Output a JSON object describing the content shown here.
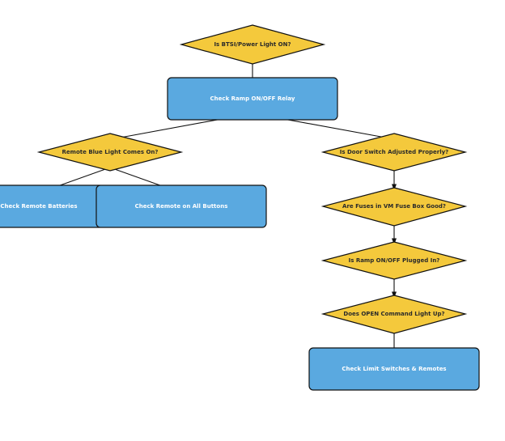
{
  "colors": {
    "decision_fill": "#f4c93c",
    "process_fill": "#5aa9e0",
    "stroke": "#111111",
    "process_text": "#ffffff",
    "decision_text": "#2a2a2a"
  },
  "nodes": {
    "power_light": {
      "label": "Is BTSI/Power Light ON?",
      "shape": "decision"
    },
    "ramp_relay": {
      "label": "Check Ramp ON/OFF Relay",
      "shape": "process"
    },
    "remote_light": {
      "label": "Remote Blue Light Comes On?",
      "shape": "decision"
    },
    "door_switch": {
      "label": "Is Door Switch Adjusted Properly?",
      "shape": "decision"
    },
    "remote_batteries": {
      "label": "Check Remote Batteries",
      "shape": "process"
    },
    "remote_buttons": {
      "label": "Check Remote on All Buttons",
      "shape": "process"
    },
    "vm_fuses": {
      "label": "Are Fuses in VM Fuse Box Good?",
      "shape": "decision"
    },
    "ramp_plugged": {
      "label": "Is Ramp ON/OFF Plugged In?",
      "shape": "decision"
    },
    "open_command": {
      "label": "Does OPEN Command Light Up?",
      "shape": "decision"
    },
    "limit_switches": {
      "label": "Check Limit Switches & Remotes",
      "shape": "process"
    }
  },
  "edges": [
    {
      "from": "power_light",
      "to": "ramp_relay"
    },
    {
      "from": "ramp_relay",
      "to": "remote_light"
    },
    {
      "from": "ramp_relay",
      "to": "door_switch"
    },
    {
      "from": "remote_light",
      "to": "remote_batteries"
    },
    {
      "from": "remote_light",
      "to": "remote_buttons"
    },
    {
      "from": "door_switch",
      "to": "vm_fuses"
    },
    {
      "from": "vm_fuses",
      "to": "ramp_plugged"
    },
    {
      "from": "ramp_plugged",
      "to": "open_command"
    },
    {
      "from": "open_command",
      "to": "limit_switches"
    }
  ]
}
